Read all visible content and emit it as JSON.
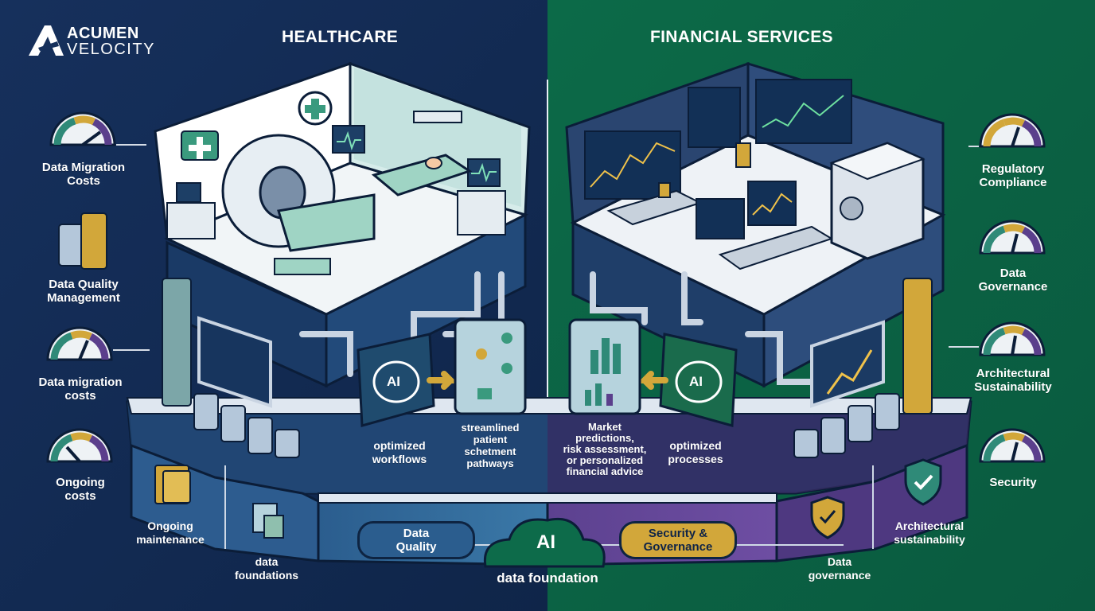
{
  "brand": {
    "line1": "ACUMEN",
    "line2": "VELOCITY"
  },
  "sections": {
    "left_title": "HEALTHCARE",
    "right_title": "FINANCIAL SERVICES"
  },
  "left_labels": {
    "migration_costs": [
      "Data Migration",
      "Costs"
    ],
    "quality_mgmt": [
      "Data Quality",
      "Management"
    ],
    "migration_costs2": [
      "Data migration",
      "costs"
    ],
    "ongoing_costs": [
      "Ongoing",
      "costs"
    ]
  },
  "right_labels": {
    "regulatory": [
      "Regulatory",
      "Compliance"
    ],
    "governance": [
      "Data",
      "Governance"
    ],
    "arch_sustain": [
      "Architectural",
      "Sustainability"
    ],
    "security": "Security"
  },
  "center": {
    "optimized_workflows": [
      "optimized",
      "workflows"
    ],
    "streamlined": [
      "streamlined",
      "patient",
      "schetment",
      "pathways"
    ],
    "market": [
      "Market",
      "predictions,",
      "risk assessment,",
      "or personalized",
      "financial advice"
    ],
    "optimized_processes": [
      "optimized",
      "processes"
    ],
    "ai_chip": "AI"
  },
  "bottom": {
    "ongoing_maintenance": [
      "Ongoing",
      "maintenance"
    ],
    "data_foundations": [
      "data",
      "foundations"
    ],
    "data_quality_pill": [
      "Data",
      "Quality"
    ],
    "cloud_ai": "AI",
    "security_pill": [
      "Security &",
      "Governance"
    ],
    "data_foundation": "data foundation",
    "data_governance": [
      "Data",
      "governance"
    ],
    "arch_sustain": [
      "Architectural",
      "sustainability"
    ]
  },
  "colors": {
    "navy": "#13294f",
    "green": "#0d6b4a",
    "purple": "#5b3f8c",
    "gold": "#d2a73a",
    "teal": "#2f8a78"
  }
}
